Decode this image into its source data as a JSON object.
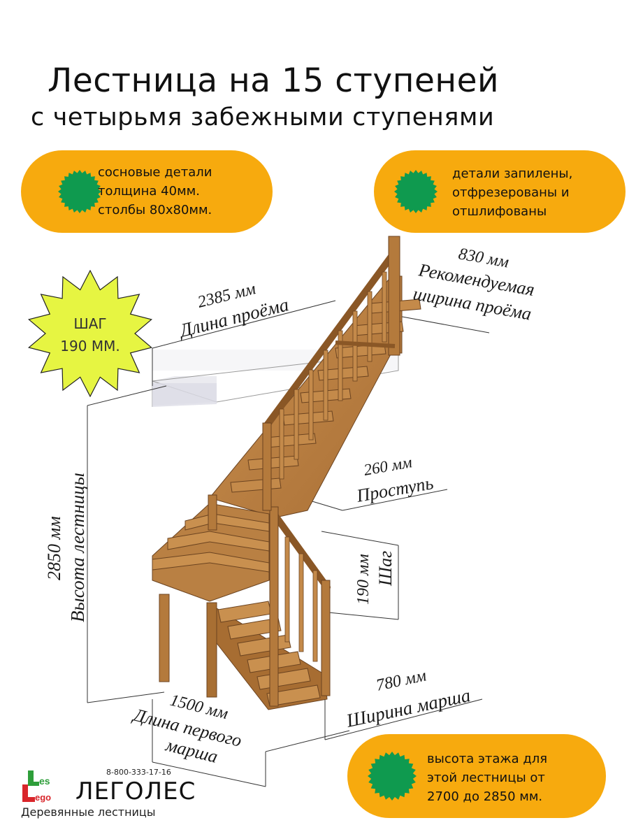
{
  "title": {
    "line1": "Лестница на 15 ступеней",
    "line2": "с  четырьмя забежными ступенями"
  },
  "badges": {
    "top_left": [
      "сосновые детали",
      "толщина 40мм.",
      "столбы 80х80мм."
    ],
    "top_right": [
      "детали запилены,",
      "отфрезерованы и",
      "отшлифованы"
    ],
    "bottom_right": [
      "высота этажа для",
      "этой лестницы от",
      "2700 до 2850 мм."
    ]
  },
  "star": {
    "lines": [
      "ШАГ",
      "190 ММ."
    ]
  },
  "dimensions": {
    "opening_length": {
      "value": "2385 мм",
      "label": "Длина проёма"
    },
    "opening_width": {
      "value": "830 мм",
      "label1": "Рекомендуемая",
      "label2": "ширина проёма"
    },
    "tread": {
      "value": "260 мм",
      "label": "Проступь"
    },
    "height": {
      "value": "2850 мм",
      "label": "Высота лестницы"
    },
    "step": {
      "value": "190 мм",
      "label": "Шаг"
    },
    "flight_width": {
      "value": "780 мм",
      "label": "Ширина марша"
    },
    "first_flight": {
      "value": "1500 мм",
      "label1": "Длина первого",
      "label2": "марша"
    }
  },
  "logo": {
    "phone": "8-800-333-17-16",
    "name": "ЛЕГОЛЕС",
    "subtitle": "Деревянные лестницы",
    "mark_top": "es",
    "mark_bottom": "ego"
  },
  "colors": {
    "badge": "#f7aa0e",
    "dot": "#0f9a4f",
    "star": "#e6f542",
    "wood": "#b47a3c",
    "logo_green": "#2e9e3a",
    "logo_red": "#d9262b"
  }
}
